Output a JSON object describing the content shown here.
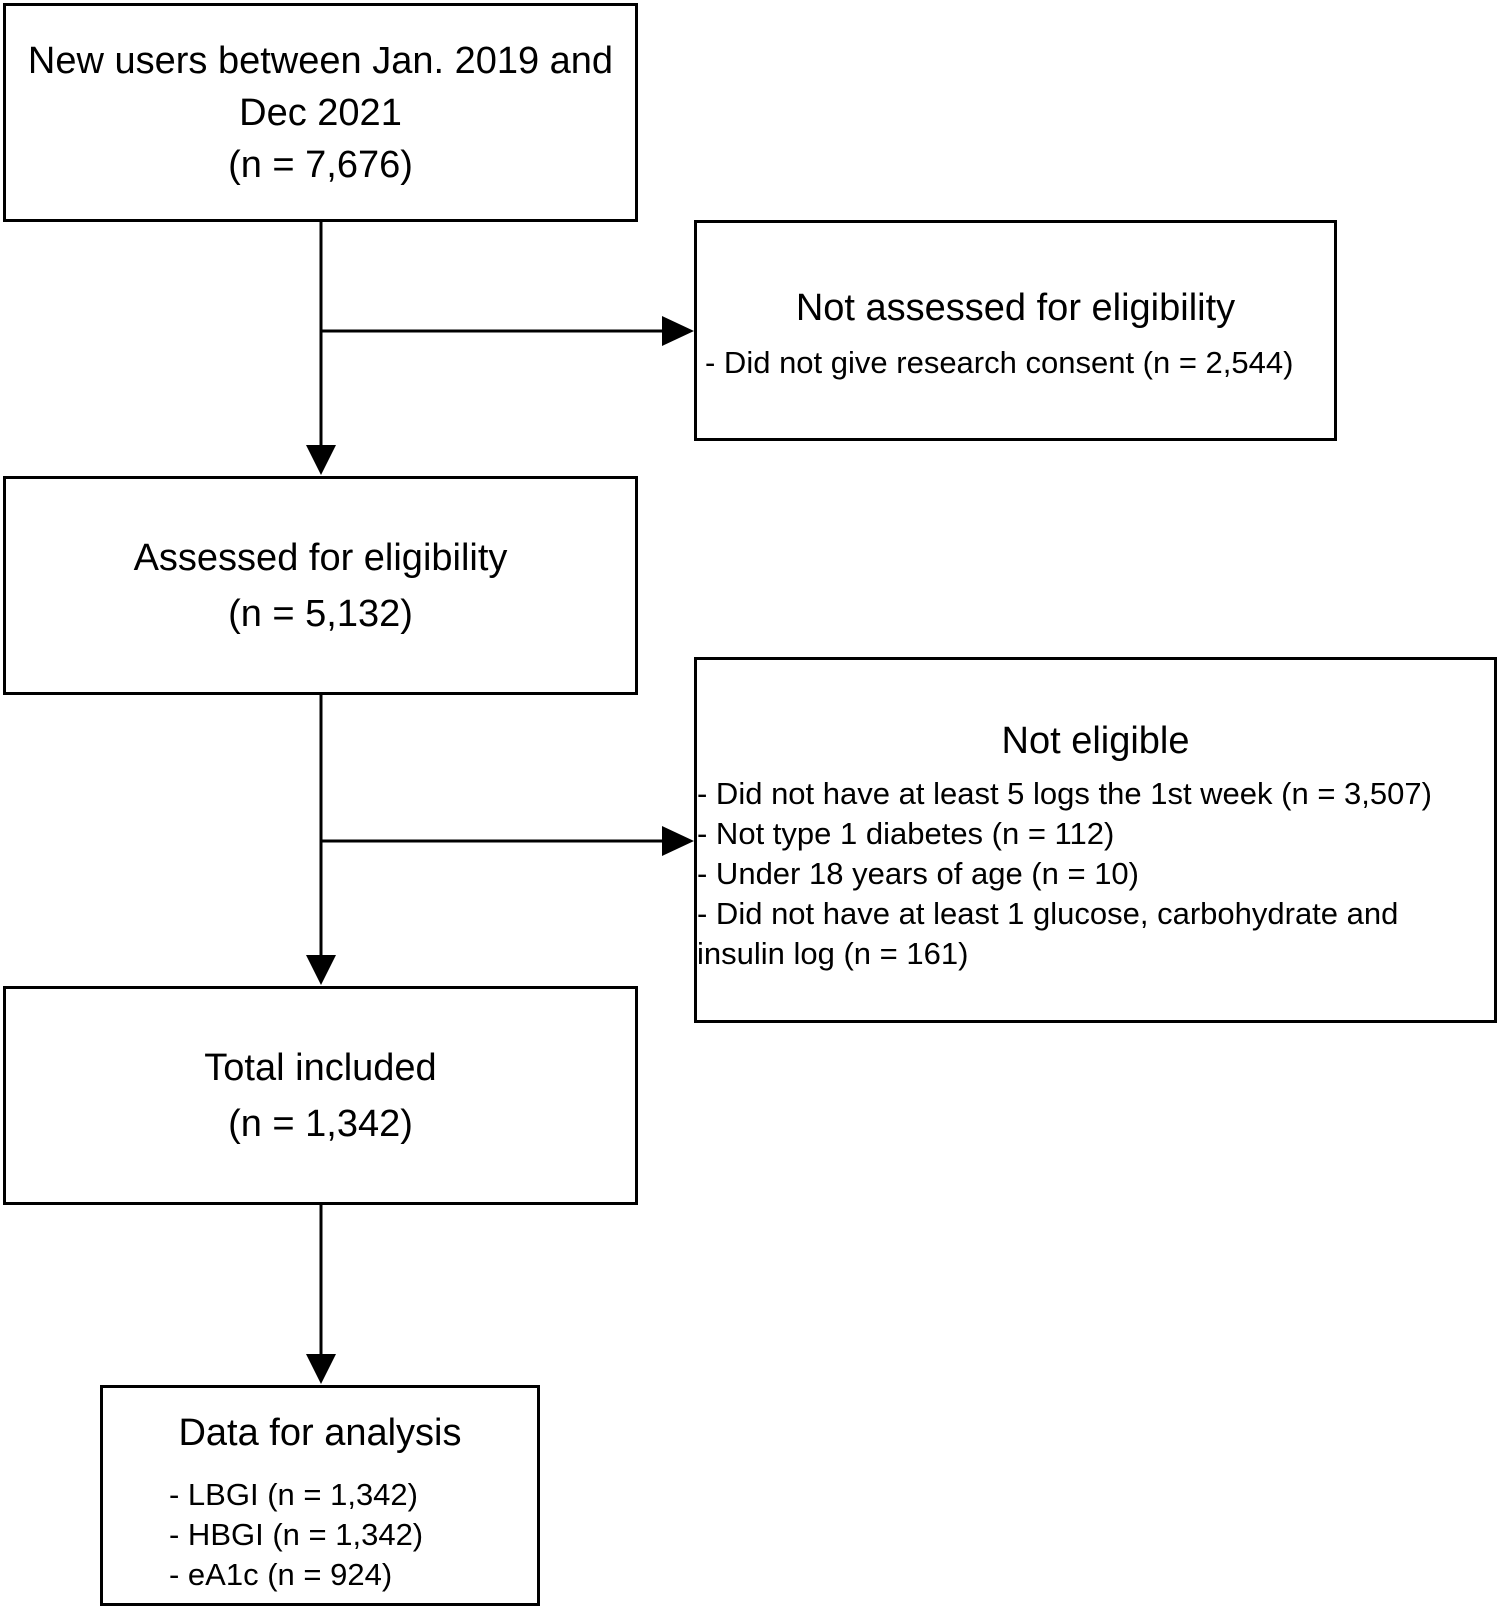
{
  "boxes": {
    "new_users": {
      "lines": [
        "New users between Jan. 2019 and",
        "Dec 2021",
        "(n = 7,676)"
      ]
    },
    "not_assessed": {
      "title": "Not assessed for eligibility",
      "items": [
        "- Did not give research consent (n = 2,544)"
      ]
    },
    "assessed": {
      "lines": [
        "Assessed for eligibility",
        "(n = 5,132)"
      ]
    },
    "not_eligible": {
      "title": "Not eligible",
      "items": [
        "- Did not have at least 5 logs the 1st week (n = 3,507)",
        "- Not type 1 diabetes (n = 112)",
        "- Under 18 years of age (n = 10)",
        "- Did not have at least 1 glucose, carbohydrate and",
        "insulin log (n = 161)"
      ]
    },
    "total_included": {
      "lines": [
        "Total included",
        "(n = 1,342)"
      ]
    },
    "data_for_analysis": {
      "title": "Data for analysis",
      "items": [
        "- LBGI (n = 1,342)",
        "- HBGI (n = 1,342)",
        "- eA1c (n = 924)"
      ]
    }
  },
  "colors": {
    "line": "#000000",
    "background": "#ffffff"
  }
}
